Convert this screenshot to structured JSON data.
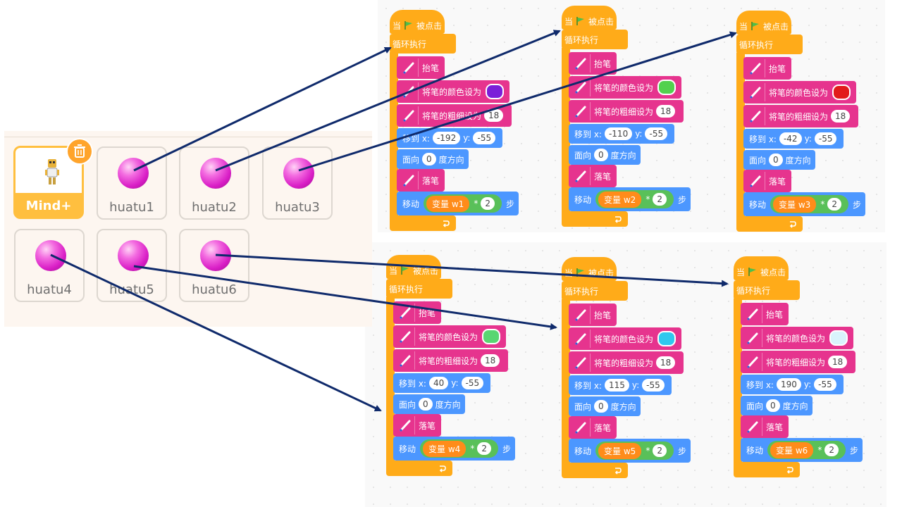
{
  "sprites": [
    {
      "name": "Mind+",
      "selected": true
    },
    {
      "name": "huatu1"
    },
    {
      "name": "huatu2"
    },
    {
      "name": "huatu3"
    },
    {
      "name": "huatu4"
    },
    {
      "name": "huatu5"
    },
    {
      "name": "huatu6"
    }
  ],
  "labels": {
    "when_prefix": "当",
    "when_suffix": "被点击",
    "forever": "循环执行",
    "pen_up": "抬笔",
    "set_color": "将笔的颜色设为",
    "set_size": "将笔的粗细设为",
    "goto_x": "移到 x:",
    "goto_y": "y:",
    "face": "面向",
    "direction": "度方向",
    "pen_down": "落笔",
    "move": "移动",
    "variable_prefix": "变量",
    "multiply": "*",
    "steps": "步"
  },
  "scripts": [
    {
      "color_hex": "#7b1fd8",
      "size": "18",
      "x": "-192",
      "y": "-55",
      "dir": "0",
      "var": "w1",
      "mult": "2"
    },
    {
      "color_hex": "#52d14e",
      "size": "18",
      "x": "-110",
      "y": "-55",
      "dir": "0",
      "var": "w2",
      "mult": "2"
    },
    {
      "color_hex": "#e21b1b",
      "size": "18",
      "x": "-42",
      "y": "-55",
      "dir": "0",
      "var": "w3",
      "mult": "2"
    },
    {
      "color_hex": "#59d672",
      "size": "18",
      "x": "40",
      "y": "-55",
      "dir": "0",
      "var": "w4",
      "mult": "2"
    },
    {
      "color_hex": "#30c8ee",
      "size": "18",
      "x": "115",
      "y": "-55",
      "dir": "0",
      "var": "w5",
      "mult": "2"
    },
    {
      "color_hex": "#d9f4fc",
      "size": "18",
      "x": "190",
      "y": "-55",
      "dir": "0",
      "var": "w6",
      "mult": "2"
    }
  ],
  "colors": {
    "event": "#ffab19",
    "pen": "#e6348e",
    "motion": "#4c97ff",
    "operator": "#59c059",
    "variable": "#ff8c1a",
    "arrow": "#0f2a6b",
    "selected_sprite": "#ffbf3f"
  },
  "icons": [
    "green-flag-icon",
    "pen-icon",
    "delete-icon",
    "loop-arrow-icon"
  ]
}
